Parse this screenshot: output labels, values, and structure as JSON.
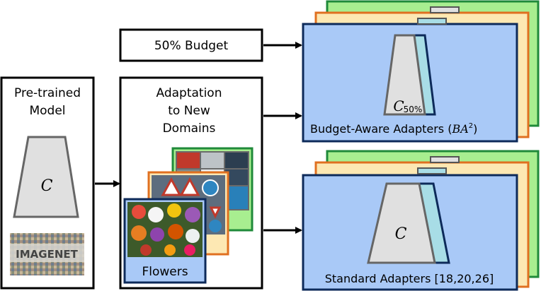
{
  "pretrained": {
    "line1": "Pre-trained",
    "line2": "Model",
    "symbol": "C",
    "imagenet_logo": "IMAGENET"
  },
  "adaptation": {
    "line1": "Adaptation",
    "line2": "to New",
    "line3": "Domains"
  },
  "domains": {
    "front_label": "Flowers"
  },
  "budget": {
    "label": "50% Budget"
  },
  "budget_aware": {
    "symbol": "C",
    "subscript": "50%",
    "label": "Budget-Aware Adapters (",
    "label_math": "BA",
    "label_sup": "2",
    "label_close": ")"
  },
  "standard": {
    "symbol": "C",
    "label": "Standard Adapters [18,20,26]"
  },
  "colors": {
    "blue_fill": "#a9c9f7",
    "blue_border": "#0d2a5a",
    "orange_fill": "#fde8b3",
    "orange_border": "#e07020",
    "green_fill": "#a8ee90",
    "green_border": "#1f8a3a",
    "gray_fill": "#e0e0e0",
    "gray_border": "#666666",
    "teal_fill": "#a8dde6"
  },
  "icons": [
    "arrow-right-icon",
    "trapezoid-network-icon",
    "photo-thumbnail-icon"
  ]
}
